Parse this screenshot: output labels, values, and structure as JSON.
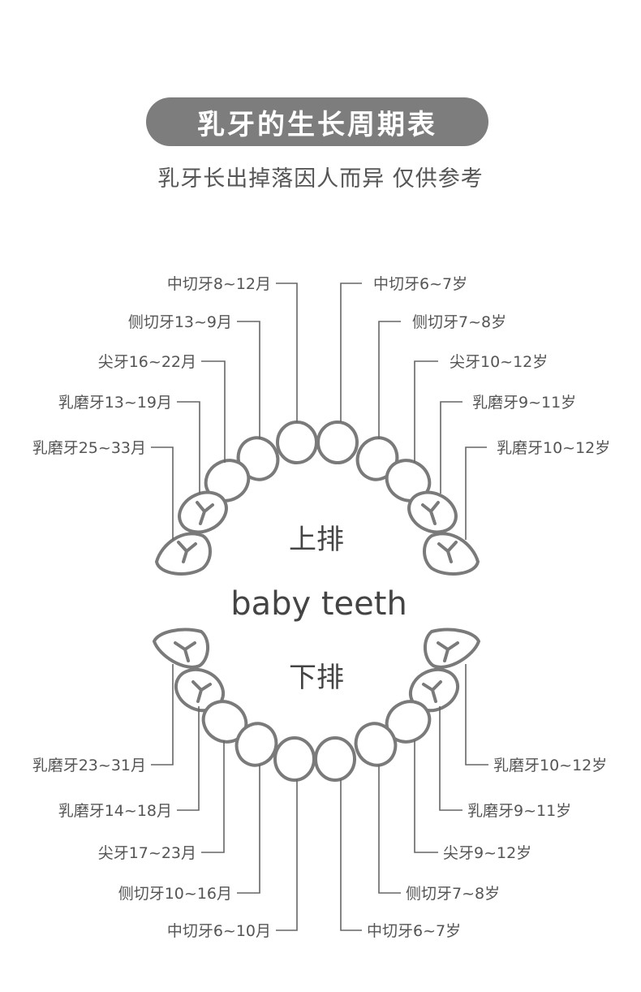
{
  "title": "乳牙的生长周期表",
  "subtitle": "乳牙长出掉落因人而异 仅供参考",
  "center_label": "baby teeth",
  "upper": {
    "jaw_label": "上排",
    "left_labels": [
      "中切牙8~12月",
      "侧切牙13~9月",
      "尖牙16~22月",
      "乳磨牙13~19月",
      "乳磨牙25~33月"
    ],
    "right_labels": [
      "中切牙6~7岁",
      "侧切牙7~8岁",
      "尖牙10~12岁",
      "乳磨牙9~11岁",
      "乳磨牙10~12岁"
    ]
  },
  "lower": {
    "jaw_label": "下排",
    "left_labels": [
      "乳磨牙23~31月",
      "乳磨牙14~18月",
      "尖牙17~23月",
      "侧切牙10~16月",
      "中切牙6~10月"
    ],
    "right_labels": [
      "乳磨牙10~12岁",
      "乳磨牙9~11岁",
      "尖牙9~12岁",
      "侧切牙7~8岁",
      "中切牙6~7岁"
    ]
  }
}
